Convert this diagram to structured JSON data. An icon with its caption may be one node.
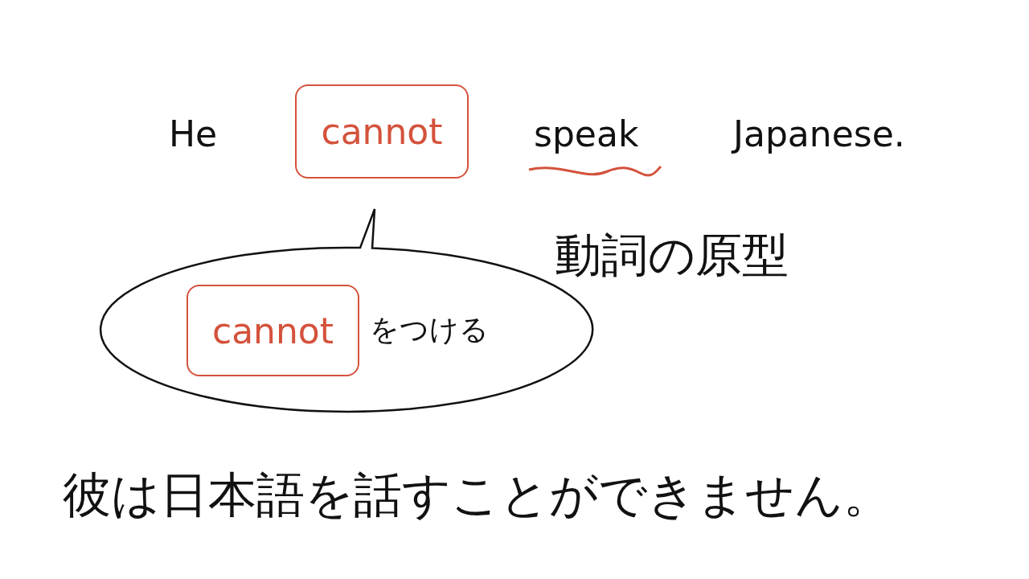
{
  "diagram": {
    "nodes": [
      {
        "text": [
          "cannot"
        ]
      },
      {
        "text": [
          "をつける"
        ]
      },
      {
        "text": [
          "cannot"
        ],
        "in": 1
      }
    ],
    "edges": [],
    "labels": [
      "He",
      "speak",
      "Japanese.",
      "動詞の原型",
      "彼は日本語を話すことができません。"
    ]
  }
}
